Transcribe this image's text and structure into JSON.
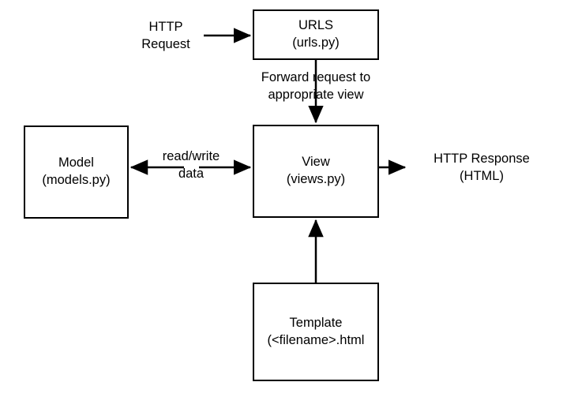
{
  "diagram": {
    "title": "Django MVT request/response flow",
    "stroke_color": "#000000",
    "fill_color": "#ffffff",
    "nodes": [
      {
        "id": "urls",
        "line1": "URLS",
        "line2": "(urls.py)"
      },
      {
        "id": "model",
        "line1": "Model",
        "line2": "(models.py)"
      },
      {
        "id": "view",
        "line1": "View",
        "line2": "(views.py)"
      },
      {
        "id": "template",
        "line1": "Template",
        "line2": "(<filename>.html"
      }
    ],
    "edge_labels": [
      {
        "id": "http-request",
        "line1": "HTTP",
        "line2": "Request"
      },
      {
        "id": "forward",
        "line1": "Forward request to",
        "line2": "appropriate view"
      },
      {
        "id": "read-write",
        "line1": "read/write",
        "line2": "data"
      },
      {
        "id": "http-response",
        "line1": "HTTP Response",
        "line2": "(HTML)"
      }
    ]
  }
}
